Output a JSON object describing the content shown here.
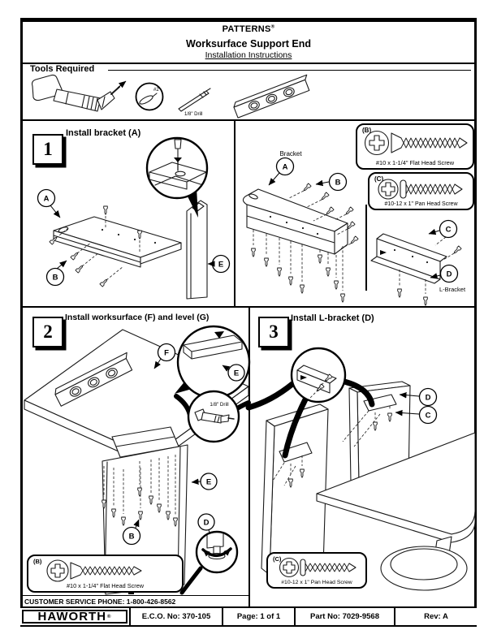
{
  "header": {
    "brand": "PATTERNS",
    "brand_reg": "®",
    "title": "Worksurface Support End",
    "subtitle": "Installation Instructions"
  },
  "tools": {
    "label": "Tools Required",
    "bit_callout": "#2",
    "drill_bit_label": "1/8\" Drill"
  },
  "screws": {
    "flat": {
      "tag": "(B)",
      "label": "#10 x 1-1/4\" Flat Head Screw"
    },
    "pan": {
      "tag": "(C)",
      "label": "#10-12 x 1\" Pan Head Screw"
    }
  },
  "step1": {
    "number": "1",
    "title": "Install bracket (A)",
    "callouts": {
      "a": "A",
      "b": "B",
      "e": "E"
    }
  },
  "bracket_diagram": {
    "label": "Bracket",
    "callouts": {
      "a": "A",
      "b": "B"
    }
  },
  "lbracket_diagram": {
    "label": "L-Bracket",
    "callouts": {
      "c": "C",
      "d": "D"
    }
  },
  "step2": {
    "number": "2",
    "title": "Install worksurface (F) and level (G)",
    "drill_label": "1/8\" Drill",
    "callouts": {
      "f": "F",
      "e_top": "E",
      "e_side": "E",
      "b": "B",
      "d": "D"
    }
  },
  "step3": {
    "number": "3",
    "title": "Install L-bracket (D)",
    "callouts": {
      "d": "D",
      "c": "C"
    }
  },
  "service": {
    "phone": "CUSTOMER SERVICE PHONE: 1-800-426-8562"
  },
  "footer": {
    "brand": "HAWORTH",
    "brand_reg": "®",
    "eco": "E.C.O. No: 370-105",
    "page": "Page: 1 of 1",
    "part": "Part No: 7029-9568",
    "rev": "Rev: A"
  }
}
